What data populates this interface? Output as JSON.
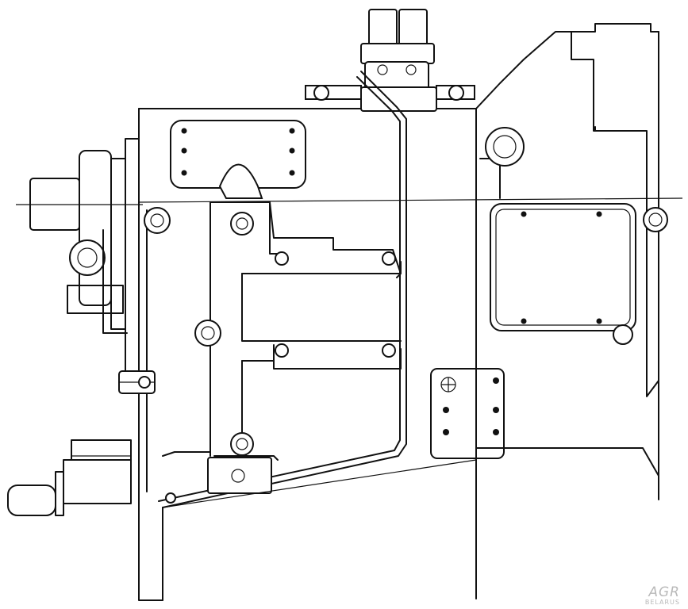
{
  "drawing": {
    "kind": "technical line drawing",
    "line_color": "#111111",
    "background": "#ffffff"
  },
  "watermark": {
    "main": "AGR",
    "sub": "BELARUS",
    "color": "#b9b9b9"
  }
}
